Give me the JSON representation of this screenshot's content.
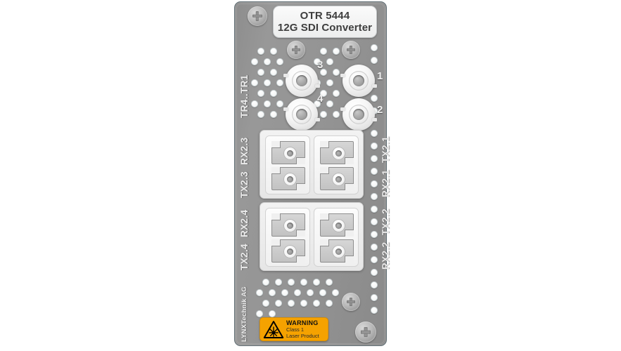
{
  "device": {
    "label": {
      "model": "OTR 5444",
      "description": "12G SDI Converter"
    },
    "brand": "LYNXTechnik AG",
    "panel_color": "#919191",
    "accent_warning_color": "#f5a200"
  },
  "bnc_section": {
    "group_label": "TR4..TR1",
    "connectors": [
      {
        "number": "3"
      },
      {
        "number": "1"
      },
      {
        "number": "4"
      },
      {
        "number": "2"
      }
    ]
  },
  "sfp_section": {
    "left_labels": [
      {
        "rx": "RX2.3",
        "tx": "TX2.3"
      },
      {
        "rx": "RX2.4",
        "tx": "TX2.4"
      }
    ],
    "right_labels": [
      {
        "tx": "TX2.1",
        "rx": "RX2.1"
      },
      {
        "tx": "TX2.2",
        "rx": "RX2.2"
      }
    ]
  },
  "warning_label": {
    "title": "WARNING",
    "line1": "Class 1",
    "line2": "Laser Product",
    "icon": "laser-radiation-icon"
  },
  "screws": [
    {
      "position": "top-left"
    },
    {
      "position": "upper-mid-left"
    },
    {
      "position": "upper-mid-right"
    },
    {
      "position": "bottom-mid"
    },
    {
      "position": "bottom-right"
    }
  ]
}
